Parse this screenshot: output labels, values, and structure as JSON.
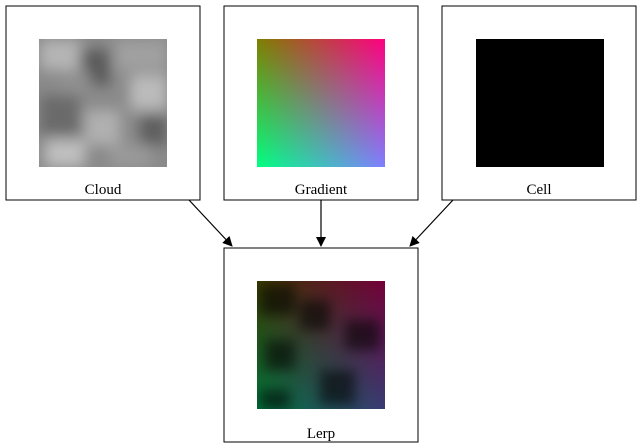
{
  "nodes": [
    {
      "id": "cloud",
      "label": "Cloud"
    },
    {
      "id": "gradient",
      "label": "Gradient"
    },
    {
      "id": "cell",
      "label": "Cell"
    },
    {
      "id": "lerp",
      "label": "Lerp"
    }
  ],
  "edges": [
    {
      "from": "cloud",
      "to": "lerp"
    },
    {
      "from": "gradient",
      "to": "lerp"
    },
    {
      "from": "cell",
      "to": "lerp"
    }
  ],
  "colors": {
    "gradient_top_right": "#ff0000",
    "gradient_bottom_left": "#00ff00",
    "gradient_bottom_right": "#0000ff",
    "cell_fill": "#000000",
    "cloud_base": "#8a8a8a"
  }
}
